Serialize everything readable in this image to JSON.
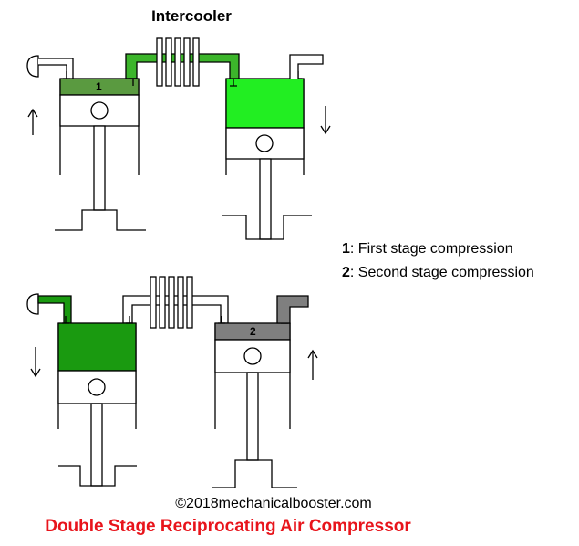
{
  "title": "Intercooler",
  "legend": [
    {
      "num": "1",
      "text": ": First stage compression"
    },
    {
      "num": "2",
      "text": ": Second stage compression"
    }
  ],
  "copyright": "©2018mechanicalbooster.com",
  "caption": "Double Stage Reciprocating Air Compressor",
  "top_diagram": {
    "cylinder_1_label": "1",
    "piston_1_direction": "up",
    "piston_2_direction": "down"
  },
  "bottom_diagram": {
    "cylinder_2_label": "2",
    "piston_1_direction": "down",
    "piston_2_direction": "up"
  },
  "colors": {
    "stage1_light": "#5a9a40",
    "intercooler_fill": "#3cb52b",
    "stage2_bright": "#22ee22",
    "dark_green": "#1a9a10",
    "grey": "#7f7f7f",
    "caption": "#e8141b"
  }
}
